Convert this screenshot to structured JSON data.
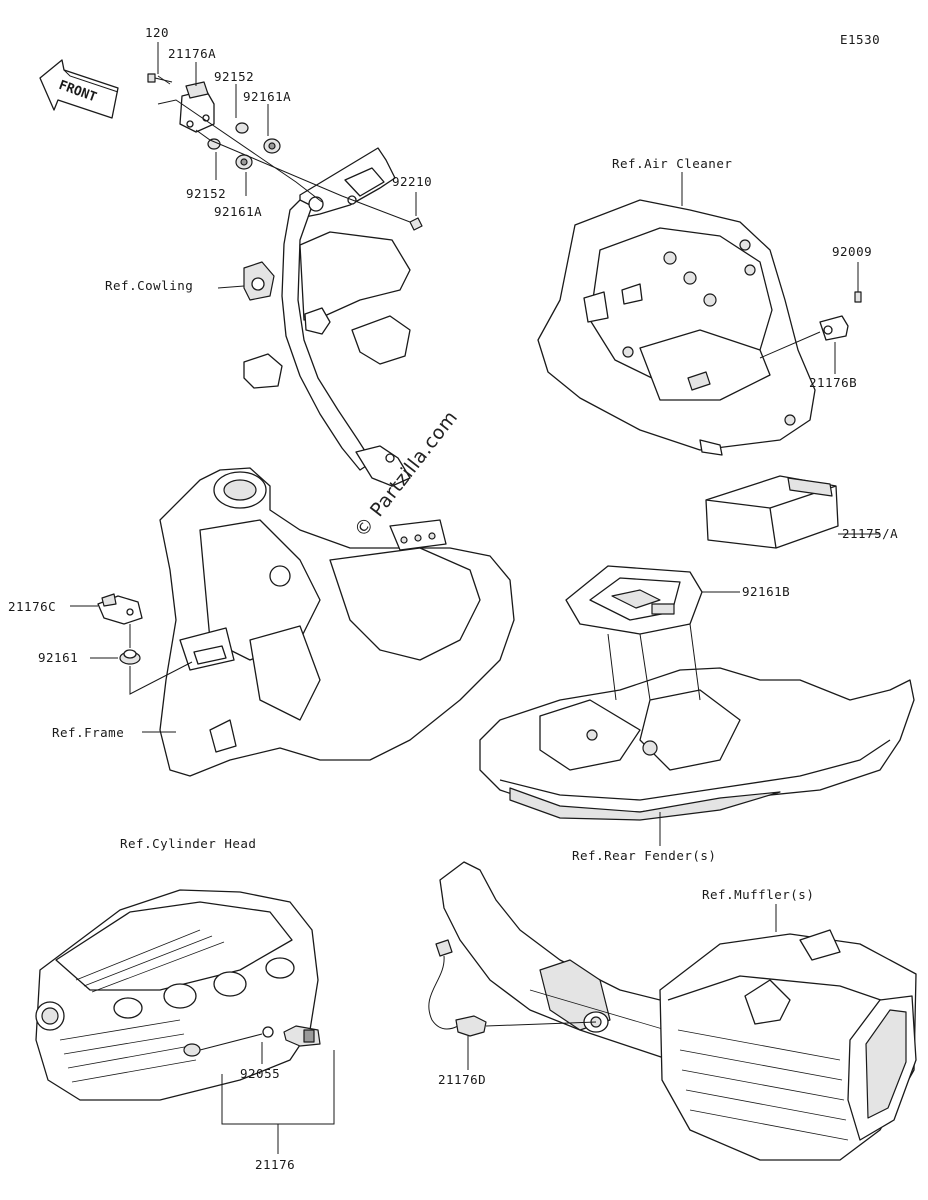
{
  "diagram": {
    "code": "E1530",
    "front_arrow": "FRONT",
    "watermark": "© Partzilla.com",
    "parts": {
      "p120": "120",
      "p21176A": "21176A",
      "p92152_top": "92152",
      "p92161A_top": "92161A",
      "p92152_bottom": "92152",
      "p92161A_bottom": "92161A",
      "p92210": "92210",
      "p92009": "92009",
      "p21176B": "21176B",
      "p21175A": "21175/A",
      "p92161B": "92161B",
      "p21176C": "21176C",
      "p92161": "92161",
      "p21176D": "21176D",
      "p92055": "92055",
      "p21176": "21176"
    },
    "refs": {
      "cowling": "Ref.Cowling",
      "air_cleaner": "Ref.Air Cleaner",
      "frame": "Ref.Frame",
      "rear_fender": "Ref.Rear Fender(s)",
      "cylinder_head": "Ref.Cylinder Head",
      "muffler": "Ref.Muffler(s)"
    }
  }
}
